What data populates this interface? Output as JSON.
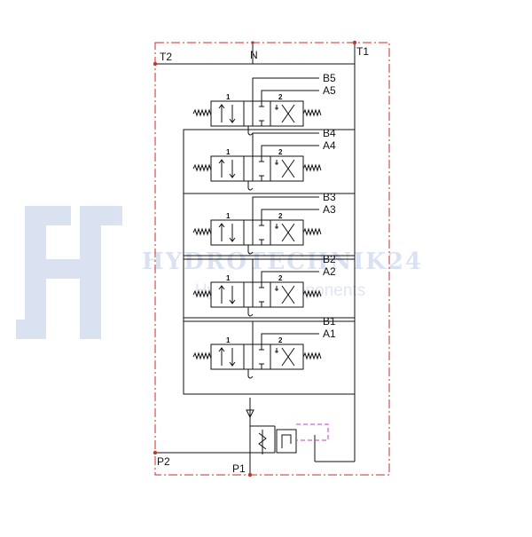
{
  "colors": {
    "line": "#111111",
    "boundary": "#cc2a2a",
    "drain": "#c040c0",
    "port": "#c0392b",
    "watermark": "#d7dff1"
  },
  "ports": {
    "t2": "T2",
    "n": "N",
    "t1": "T1",
    "p2": "P2",
    "p1": "P1"
  },
  "sections": [
    {
      "b": "B5",
      "a": "A5",
      "pos1": "1",
      "pos2": "2"
    },
    {
      "b": "B4",
      "a": "A4",
      "pos1": "1",
      "pos2": "2"
    },
    {
      "b": "B3",
      "a": "A3",
      "pos1": "1",
      "pos2": "2"
    },
    {
      "b": "B2",
      "a": "A2",
      "pos1": "1",
      "pos2": "2"
    },
    {
      "b": "B1",
      "a": "A1",
      "pos1": "1",
      "pos2": "2"
    }
  ],
  "watermark": {
    "brand": "HYDROTECHNIK24",
    "sub": "Hydraulic Components"
  }
}
